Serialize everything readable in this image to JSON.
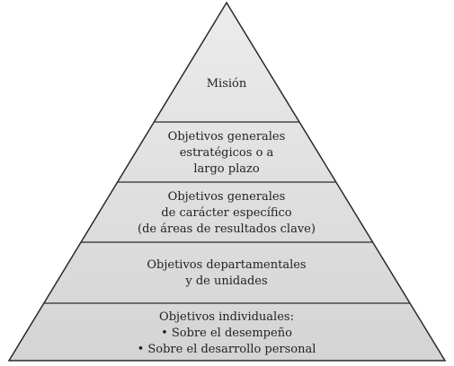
{
  "pyramid": {
    "levels": [
      {
        "lines": [
          "Misión"
        ]
      },
      {
        "lines": [
          "Objetivos generales",
          "estratégicos o a",
          "largo plazo"
        ]
      },
      {
        "lines": [
          "Objetivos generales",
          "de carácter específico",
          "(de áreas de resultados clave)"
        ]
      },
      {
        "lines": [
          "Objetivos departamentales",
          "y de unidades"
        ]
      },
      {
        "lines": [
          "Objetivos individuales:",
          "• Sobre el desempeño",
          "• Sobre el desarrollo personal"
        ]
      }
    ]
  },
  "colors": {
    "fill_top": "#ececec",
    "fill_bottom": "#d4d4d4",
    "stroke": "#2a2a2a",
    "text": "#222222"
  }
}
